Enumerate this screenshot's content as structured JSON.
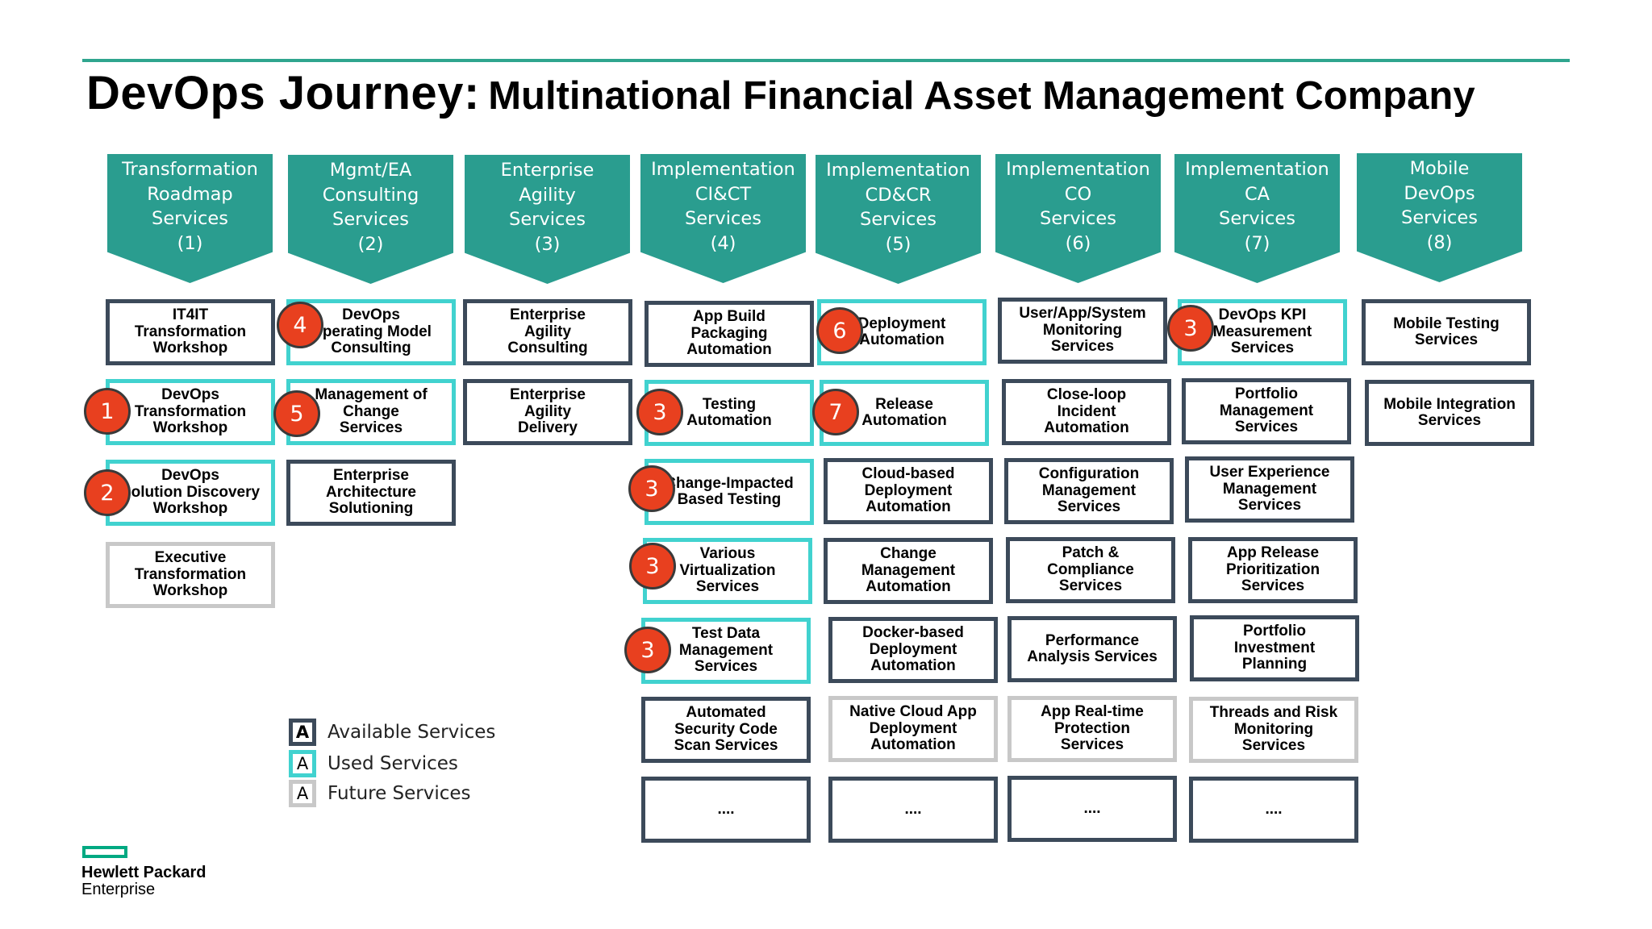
{
  "title": {
    "main": "DevOps Journey:",
    "sub": "Multinational Financial Asset Management Company"
  },
  "colors": {
    "header_teal": "#2a9d8f",
    "available_border": "#3c4a5a",
    "used_border": "#41d2cf",
    "future_border": "#c8c8c8",
    "badge_red": "#e8401f",
    "rule_green": "#2fa58e"
  },
  "columns": [
    {
      "lines": [
        "Transformation",
        "Roadmap",
        "Services",
        "(1)"
      ]
    },
    {
      "lines": [
        "Mgmt/EA",
        "Consulting",
        "Services",
        "(2)"
      ]
    },
    {
      "lines": [
        "Enterprise",
        "Agility",
        "Services",
        "(3)"
      ]
    },
    {
      "lines": [
        "Implementation",
        "CI&CT",
        "Services",
        "(4)"
      ]
    },
    {
      "lines": [
        "Implementation",
        "CD&CR",
        "Services",
        "(5)"
      ]
    },
    {
      "lines": [
        "Implementation",
        "CO",
        "Services",
        "(6)"
      ]
    },
    {
      "lines": [
        "Implementation",
        "CA",
        "Services",
        "(7)"
      ]
    },
    {
      "lines": [
        "Mobile",
        "DevOps",
        "Services",
        "(8)"
      ]
    }
  ],
  "boxes": {
    "c1": [
      {
        "text": "IT4IT\nTransformation\nWorkshop",
        "status": "available"
      },
      {
        "text": "DevOps\nTransformation\nWorkshop",
        "status": "used",
        "badge": "1"
      },
      {
        "text": "DevOps\nSolution Discovery\nWorkshop",
        "status": "used",
        "badge": "2"
      },
      {
        "text": "Executive\nTransformation\nWorkshop",
        "status": "future"
      }
    ],
    "c2": [
      {
        "text": "DevOps\nOperating Model\nConsulting",
        "status": "used",
        "badge": "4"
      },
      {
        "text": "Management of\nChange\nServices",
        "status": "used",
        "badge": "5"
      },
      {
        "text": "Enterprise\nArchitecture\nSolutioning",
        "status": "available"
      }
    ],
    "c3": [
      {
        "text": "Enterprise\nAgility\nConsulting",
        "status": "available"
      },
      {
        "text": "Enterprise\nAgility\nDelivery",
        "status": "available"
      }
    ],
    "c4": [
      {
        "text": "App Build\nPackaging\nAutomation",
        "status": "available"
      },
      {
        "text": "Testing\nAutomation",
        "status": "used",
        "badge": "3"
      },
      {
        "text": "Change-Impacted\nBased Testing",
        "status": "used",
        "badge": "3"
      },
      {
        "text": "Various\nVirtualization\nServices",
        "status": "used",
        "badge": "3"
      },
      {
        "text": "Test Data\nManagement\nServices",
        "status": "used",
        "badge": "3"
      },
      {
        "text": "Automated\nSecurity Code\nScan Services",
        "status": "available"
      },
      {
        "text": "....",
        "status": "available"
      }
    ],
    "c5": [
      {
        "text": "Deployment\nAutomation",
        "status": "used",
        "badge": "6"
      },
      {
        "text": "Release\nAutomation",
        "status": "used",
        "badge": "7"
      },
      {
        "text": "Cloud-based\nDeployment\nAutomation",
        "status": "available"
      },
      {
        "text": "Change\nManagement\nAutomation",
        "status": "available"
      },
      {
        "text": "Docker-based\nDeployment\nAutomation",
        "status": "available"
      },
      {
        "text": "Native Cloud App\nDeployment\nAutomation",
        "status": "future"
      },
      {
        "text": "....",
        "status": "available"
      }
    ],
    "c6": [
      {
        "text": "User/App/System\nMonitoring\nServices",
        "status": "available"
      },
      {
        "text": "Close-loop\nIncident\nAutomation",
        "status": "available"
      },
      {
        "text": "Configuration\nManagement\nServices",
        "status": "available"
      },
      {
        "text": "Patch &\nCompliance\nServices",
        "status": "available"
      },
      {
        "text": "Performance\nAnalysis Services",
        "status": "available"
      },
      {
        "text": "App Real-time\nProtection\nServices",
        "status": "future"
      },
      {
        "text": "....",
        "status": "available"
      }
    ],
    "c7": [
      {
        "text": "DevOps KPI\nMeasurement\nServices",
        "status": "used",
        "badge": "3"
      },
      {
        "text": "Portfolio\nManagement\nServices",
        "status": "available"
      },
      {
        "text": "User Experience\nManagement\nServices",
        "status": "available"
      },
      {
        "text": "App Release\nPrioritization\nServices",
        "status": "available"
      },
      {
        "text": "Portfolio\nInvestment\nPlanning",
        "status": "available"
      },
      {
        "text": "Threads and Risk\nMonitoring\nServices",
        "status": "future"
      },
      {
        "text": "....",
        "status": "available"
      }
    ],
    "c8": [
      {
        "text": "Mobile Testing\nServices",
        "status": "available"
      },
      {
        "text": "Mobile Integration\nServices",
        "status": "available"
      }
    ]
  },
  "legend": [
    {
      "glyph": "A",
      "label": "Available Services",
      "status": "available"
    },
    {
      "glyph": "A",
      "label": "Used Services",
      "status": "used"
    },
    {
      "glyph": "A",
      "label": "Future Services",
      "status": "future"
    }
  ],
  "logo": {
    "line1": "Hewlett Packard",
    "line2": "Enterprise"
  }
}
